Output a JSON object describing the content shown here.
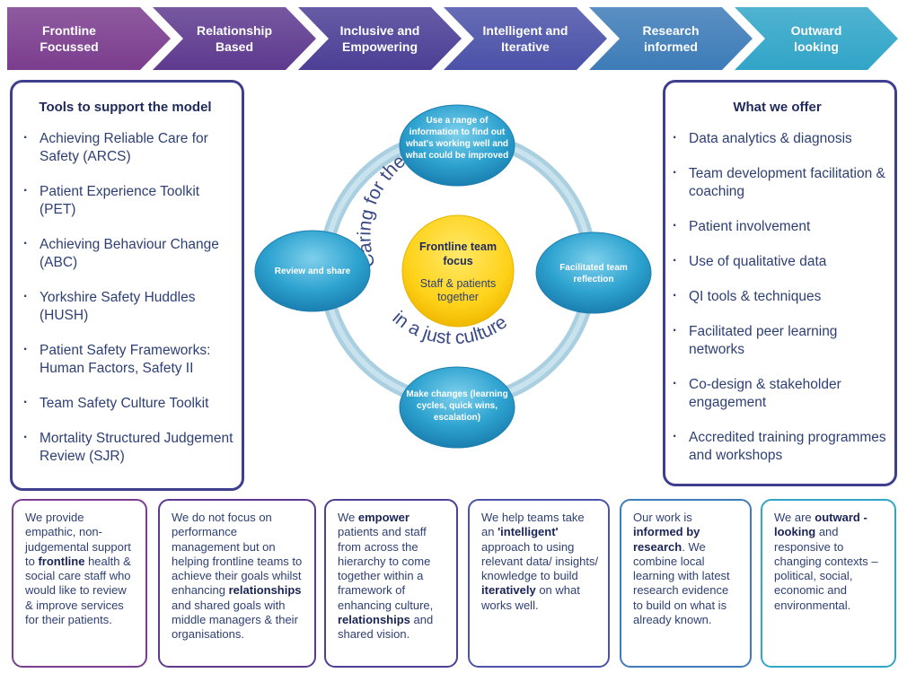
{
  "chevrons": [
    {
      "label": "Frontline\nFocussed",
      "color": "#7b3d8e"
    },
    {
      "label": "Relationship\nBased",
      "color": "#5e3a8f"
    },
    {
      "label": "Inclusive and\nEmpowering",
      "color": "#4b3f96"
    },
    {
      "label": "Intelligent and\nIterative",
      "color": "#4b52a8"
    },
    {
      "label": "Research\ninformed",
      "color": "#3d7cb8"
    },
    {
      "label": "Outward\nlooking",
      "color": "#31a5c8"
    }
  ],
  "tools_panel": {
    "title": "Tools to support the model",
    "items": [
      "Achieving Reliable Care for Safety (ARCS)",
      "Patient Experience Toolkit (PET)",
      "Achieving Behaviour Change (ABC)",
      "Yorkshire Safety Huddles (HUSH)",
      "Patient Safety Frameworks: Human Factors, Safety II",
      "Team Safety Culture Toolkit",
      "Mortality Structured Judgement Review (SJR)"
    ]
  },
  "offer_panel": {
    "title": "What we offer",
    "items": [
      "Data analytics & diagnosis",
      "Team development facilitation & coaching",
      "Patient involvement",
      "Use of qualitative data",
      "QI tools & techniques",
      "Facilitated peer learning networks",
      "Co-design & stakeholder engagement",
      "Accredited training programmes and workshops"
    ]
  },
  "cycle": {
    "center_title": "Frontline team focus",
    "center_sub": "Staff & patients together",
    "arc_top": "Caring for the care team",
    "arc_bottom": "in a just culture",
    "top_node": "Use a range of information to find out what's working well and what could be improved",
    "right_node": "Facilitated team reflection",
    "bottom_node": "Make changes (learning cycles, quick wins, escalation)",
    "left_node": "Review and share"
  },
  "bottom_boxes": [
    {
      "border": "#7b3d8e",
      "parts": [
        [
          "We provide empathic, non-judgemental support to ",
          false
        ],
        [
          "frontline",
          true
        ],
        [
          " health & social care staff who would like to review & improve services for their patients.",
          false
        ]
      ]
    },
    {
      "border": "#5e3a8f",
      "parts": [
        [
          "We do not focus on performance management but on helping frontline teams to achieve their goals whilst enhancing ",
          false
        ],
        [
          "relationships",
          true
        ],
        [
          " and shared goals with middle managers & their organisations.",
          false
        ]
      ]
    },
    {
      "border": "#4b3f96",
      "parts": [
        [
          "We ",
          false
        ],
        [
          "empower",
          true
        ],
        [
          " patients and staff from across the hierarchy to come together within a framework of enhancing culture, ",
          false
        ],
        [
          "relationships",
          true
        ],
        [
          " and shared vision.",
          false
        ]
      ]
    },
    {
      "border": "#4b52a8",
      "parts": [
        [
          "We help teams take an ",
          false
        ],
        [
          "'intelligent'",
          true
        ],
        [
          " approach to using relevant data/ insights/ knowledge to build ",
          false
        ],
        [
          "iteratively",
          true
        ],
        [
          " on what works well.",
          false
        ]
      ]
    },
    {
      "border": "#3d7cb8",
      "parts": [
        [
          "Our work is ",
          false
        ],
        [
          "informed by research",
          true
        ],
        [
          ". We combine local learning with latest research evidence to build on what is already known.",
          false
        ]
      ]
    },
    {
      "border": "#31a5c8",
      "parts": [
        [
          "We are ",
          false
        ],
        [
          "outward - looking",
          true
        ],
        [
          " and responsive to changing contexts – political, social, economic and environmental.",
          false
        ]
      ]
    }
  ]
}
